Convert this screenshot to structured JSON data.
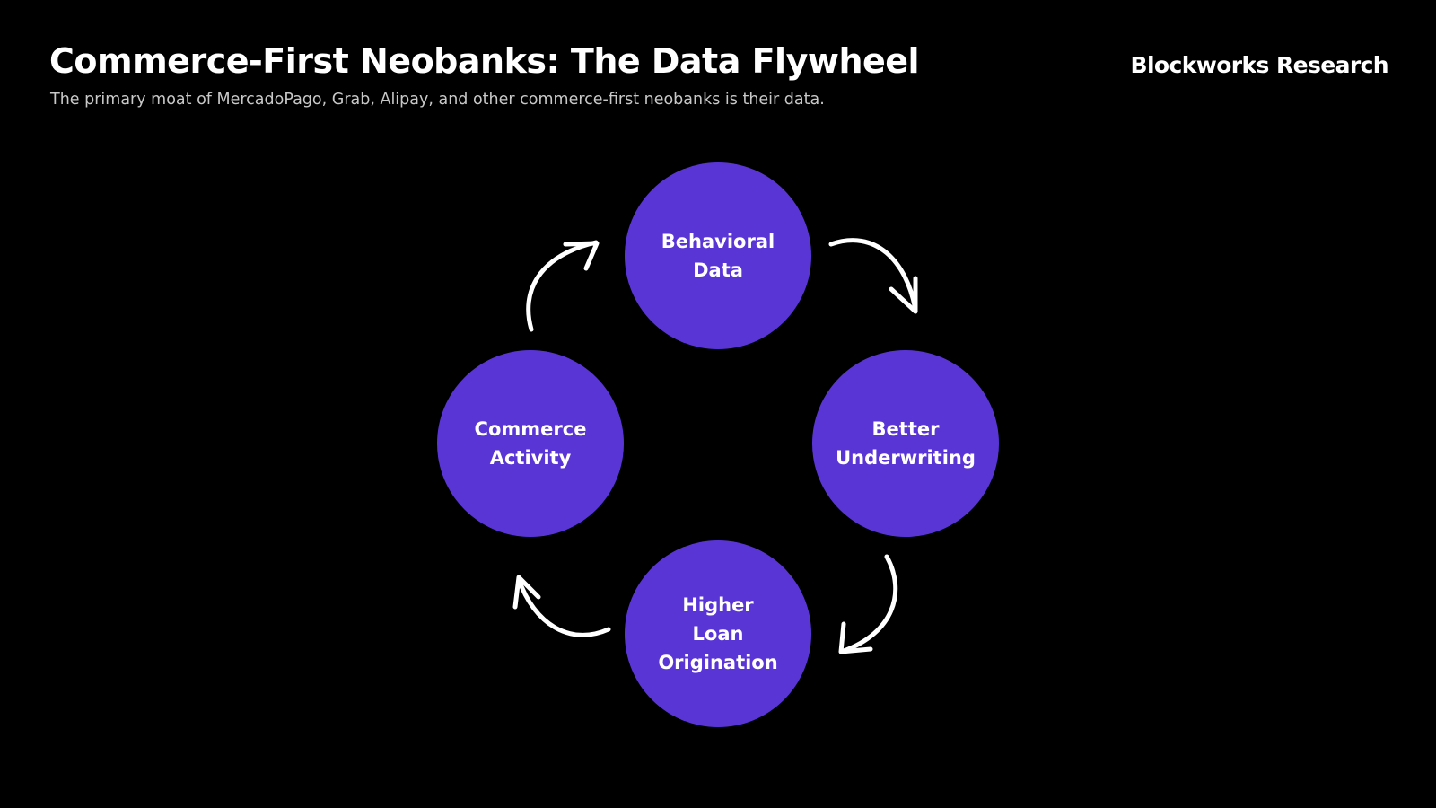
{
  "header": {
    "title": "Commerce-First Neobanks: The Data Flywheel",
    "subtitle": "The primary moat of MercadoPago, Grab, Alipay, and other commerce-first neobanks is their data.",
    "brand": "Blockworks Research"
  },
  "flywheel": {
    "node_color": "#5a35d6",
    "arrow_color": "#ffffff",
    "direction": "clockwise",
    "nodes": [
      {
        "label": "Behavioral Data",
        "position": "top"
      },
      {
        "label": "Better Underwriting",
        "position": "right"
      },
      {
        "label": "Higher Loan Origination",
        "position": "bottom"
      },
      {
        "label": "Commerce Activity",
        "position": "left"
      }
    ]
  }
}
